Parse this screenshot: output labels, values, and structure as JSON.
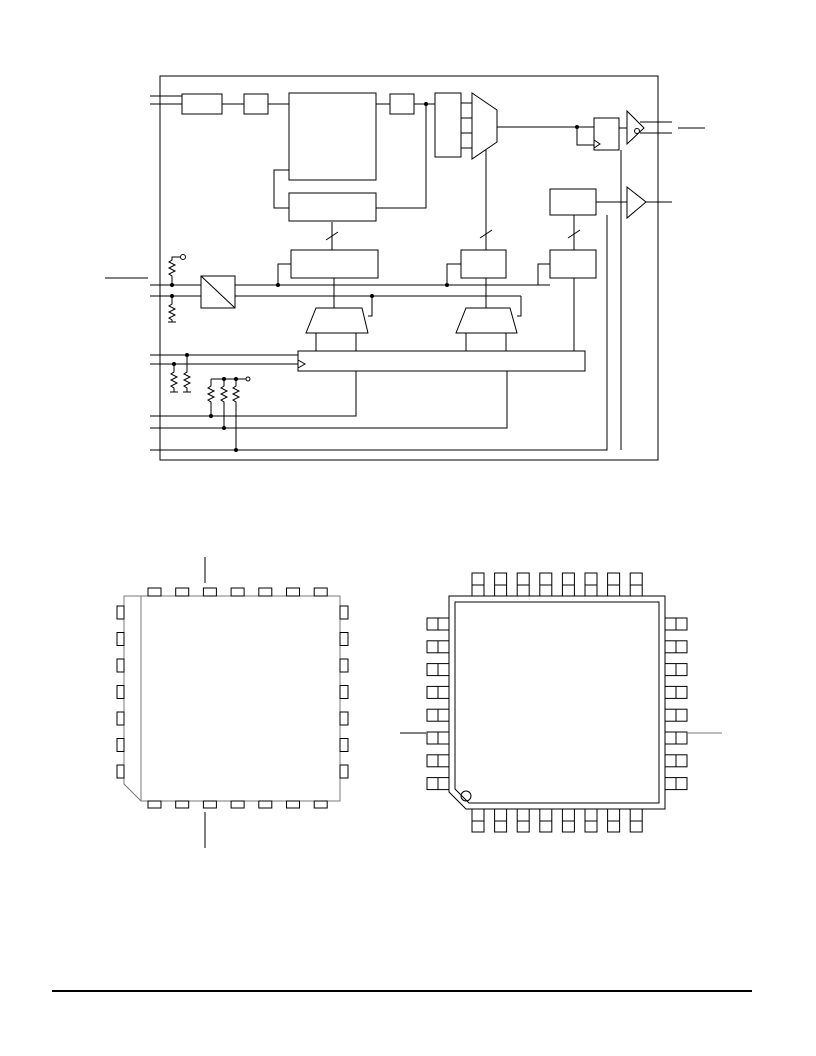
{
  "page": {
    "description_free": true
  },
  "block_diagram": {
    "name": "",
    "pin_labels": []
  },
  "package_plcc": {
    "name": "",
    "pins_per_side": 7
  },
  "package_qfp": {
    "name": "",
    "pins_per_side": 8,
    "pin1_marker": "circle"
  },
  "colors": {
    "line": "#000000",
    "plcc_outline": "#7a7a7a",
    "background": "#ffffff"
  }
}
